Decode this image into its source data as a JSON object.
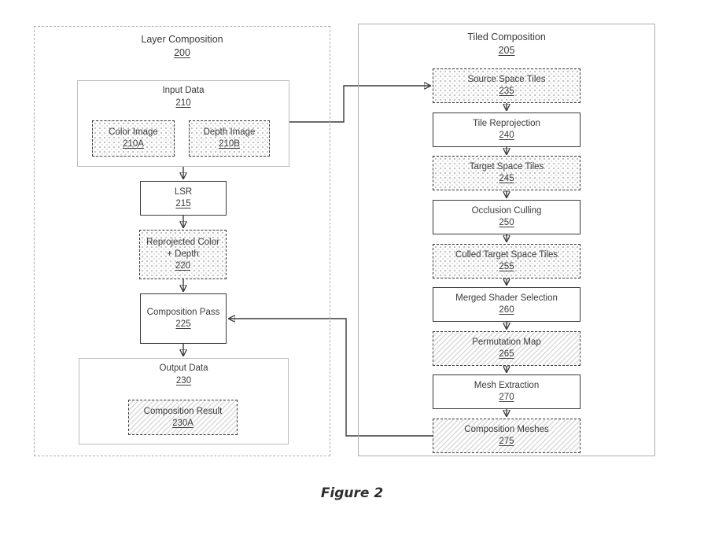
{
  "figure_caption": "Figure 2",
  "colors": {
    "ink": "#3a3a3a",
    "panel-border": "#aeaeae",
    "container-border": "#bdbdbd",
    "hatch-line": "#d9d9d9",
    "stipple-dot": "#9a9a9a"
  },
  "left_panel": {
    "title": "Layer Composition",
    "ref": "200",
    "input_data": {
      "title": "Input Data",
      "ref": "210",
      "children": [
        {
          "label": "Color Image",
          "ref": "210A"
        },
        {
          "label": "Depth Image",
          "ref": "210B"
        }
      ]
    },
    "nodes": [
      {
        "label": "LSR",
        "ref": "215"
      },
      {
        "label": "Reprojected Color + Depth",
        "ref": "220"
      },
      {
        "label": "Composition Pass",
        "ref": "225"
      }
    ],
    "output_data": {
      "title": "Output Data",
      "ref": "230",
      "children": [
        {
          "label": "Composition Result",
          "ref": "230A"
        }
      ]
    }
  },
  "right_panel": {
    "title": "Tiled Composition",
    "ref": "205",
    "nodes": [
      {
        "label": "Source Space Tiles",
        "ref": "235",
        "fill": "stipple"
      },
      {
        "label": "Tile Reprojection",
        "ref": "240",
        "fill": "plain"
      },
      {
        "label": "Target Space Tiles",
        "ref": "245",
        "fill": "stipple"
      },
      {
        "label": "Occlusion Culling",
        "ref": "250",
        "fill": "plain"
      },
      {
        "label": "Culled Target Space Tiles",
        "ref": "255",
        "fill": "stipple"
      },
      {
        "label": "Merged Shader Selection",
        "ref": "260",
        "fill": "plain"
      },
      {
        "label": "Permutation Map",
        "ref": "265",
        "fill": "hatch"
      },
      {
        "label": "Mesh Extraction",
        "ref": "270",
        "fill": "plain"
      },
      {
        "label": "Composition Meshes",
        "ref": "275",
        "fill": "hatch"
      }
    ]
  }
}
